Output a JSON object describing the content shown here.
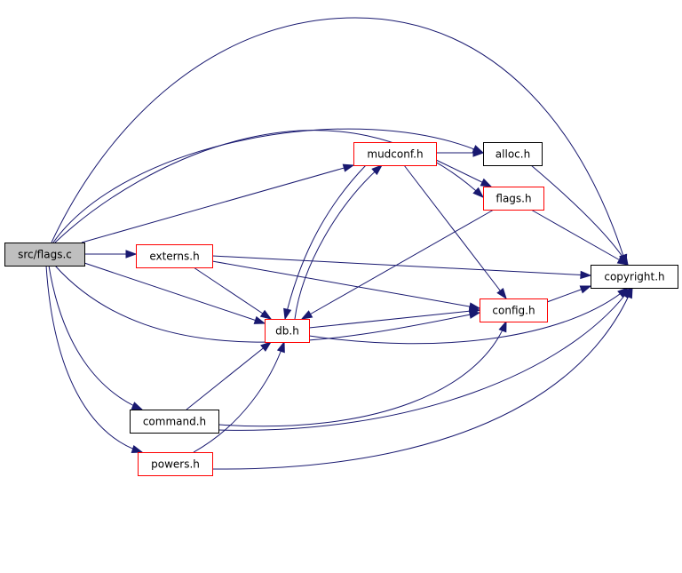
{
  "colors": {
    "edge": "#191970",
    "root_fill": "#bfbfbf",
    "root_stroke": "#000000",
    "documented_stroke": "#ff0000",
    "undocumented_stroke": "#000000"
  },
  "nodes": [
    {
      "id": "flags_c",
      "label": "src/flags.c",
      "kind": "root"
    },
    {
      "id": "externs_h",
      "label": "externs.h",
      "kind": "documented"
    },
    {
      "id": "mudconf_h",
      "label": "mudconf.h",
      "kind": "documented"
    },
    {
      "id": "alloc_h",
      "label": "alloc.h",
      "kind": "undocumented"
    },
    {
      "id": "flags_h",
      "label": "flags.h",
      "kind": "documented"
    },
    {
      "id": "copyright_h",
      "label": "copyright.h",
      "kind": "undocumented"
    },
    {
      "id": "config_h",
      "label": "config.h",
      "kind": "documented"
    },
    {
      "id": "db_h",
      "label": "db.h",
      "kind": "documented"
    },
    {
      "id": "command_h",
      "label": "command.h",
      "kind": "undocumented"
    },
    {
      "id": "powers_h",
      "label": "powers.h",
      "kind": "documented"
    }
  ],
  "edges": [
    {
      "from": "flags_c",
      "to": "copyright_h"
    },
    {
      "from": "flags_c",
      "to": "alloc_h"
    },
    {
      "from": "flags_c",
      "to": "flags_h"
    },
    {
      "from": "flags_c",
      "to": "mudconf_h"
    },
    {
      "from": "flags_c",
      "to": "externs_h"
    },
    {
      "from": "flags_c",
      "to": "db_h"
    },
    {
      "from": "flags_c",
      "to": "config_h"
    },
    {
      "from": "flags_c",
      "to": "command_h"
    },
    {
      "from": "flags_c",
      "to": "powers_h"
    },
    {
      "from": "externs_h",
      "to": "copyright_h"
    },
    {
      "from": "externs_h",
      "to": "db_h"
    },
    {
      "from": "externs_h",
      "to": "config_h"
    },
    {
      "from": "mudconf_h",
      "to": "alloc_h"
    },
    {
      "from": "mudconf_h",
      "to": "flags_h"
    },
    {
      "from": "mudconf_h",
      "to": "config_h"
    },
    {
      "from": "mudconf_h",
      "to": "db_h"
    },
    {
      "from": "db_h",
      "to": "mudconf_h"
    },
    {
      "from": "db_h",
      "to": "config_h"
    },
    {
      "from": "db_h",
      "to": "copyright_h"
    },
    {
      "from": "alloc_h",
      "to": "copyright_h"
    },
    {
      "from": "flags_h",
      "to": "copyright_h"
    },
    {
      "from": "flags_h",
      "to": "db_h"
    },
    {
      "from": "config_h",
      "to": "copyright_h"
    },
    {
      "from": "command_h",
      "to": "db_h"
    },
    {
      "from": "command_h",
      "to": "config_h"
    },
    {
      "from": "command_h",
      "to": "copyright_h"
    },
    {
      "from": "powers_h",
      "to": "db_h"
    },
    {
      "from": "powers_h",
      "to": "copyright_h"
    }
  ]
}
